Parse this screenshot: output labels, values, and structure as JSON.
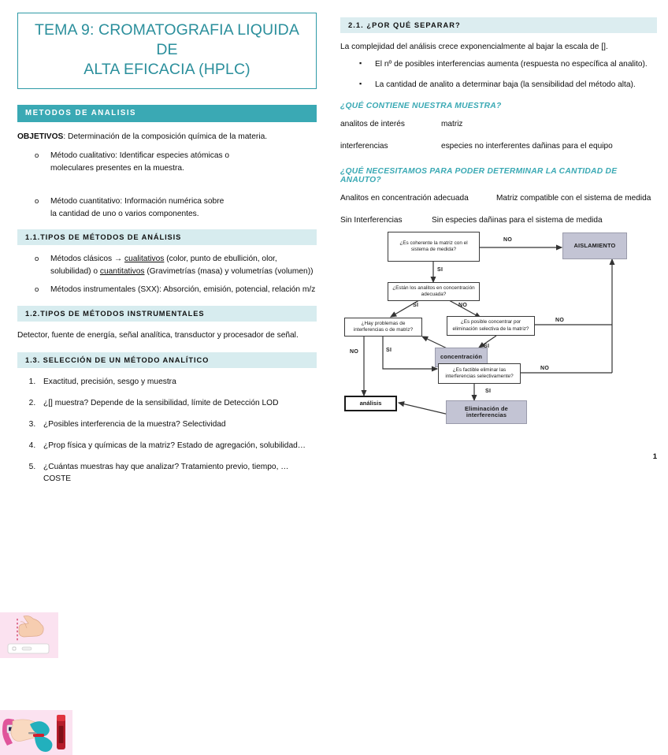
{
  "document": {
    "title_lines": [
      "TEMA 9: CROMATOGRAFIA LIQUIDA DE",
      "ALTA EFICACIA (HPLC)"
    ],
    "page_number": "1",
    "accent_teal": "#3aa9b4",
    "accent_light": "#d7ecef",
    "flow_shade": "#c3c4d4"
  },
  "left": {
    "section_header": "METODOS DE ANALISIS",
    "objectives_label": "OBJETIVOS",
    "objectives_text": ": Determinación de la composición química de la materia.",
    "methods": [
      "Método cualitativo: Identificar especies atómicas o moleculares presentes en la muestra.",
      "Método cuantitativo: Información numérica sobre la cantidad de uno o varios componentes."
    ],
    "sub_1_1": "1.1.TIPOS DE MÉTODOS DE ANÁLISIS",
    "types": {
      "classic_pre": "Métodos clásicos → ",
      "classic_u1": "cualitativos",
      "classic_mid": " (color, punto de ebullición, olor, solubilidad) o ",
      "classic_u2": "cuantitativos",
      "classic_post": " (Gravimetrías (masa) y volumetrías  (volumen))",
      "instrumental": "Métodos instrumentales (SXX): Absorción, emisión, potencial, relación m/z"
    },
    "sub_1_2": "1.2.TIPOS DE MÉTODOS INSTRUMENTALES",
    "instrumental_text": "Detector, fuente de energía, señal analítica, transductor y procesador de señal.",
    "sub_1_3": "1.3. SELECCIÓN DE UN MÉTODO ANALÍTICO",
    "selection_items": [
      "Exactitud, precisión, sesgo y muestra",
      "¿[] muestra? Depende de la sensibilidad, límite de Detección LOD",
      "¿Posibles interferencia de la muestra? Selectividad",
      "¿Prop física y químicas de la matriz? Estado de agregación, solubilidad…",
      "¿Cuántas muestras hay que analizar? Tratamiento previo, tiempo, … COSTE"
    ],
    "images": [
      {
        "name": "rapid-test-hand-illustration"
      },
      {
        "name": "blood-draw-illustration"
      }
    ]
  },
  "right": {
    "sub_2_1": "2.1. ¿POR QUÉ SEPARAR?",
    "intro": "La complejidad del análisis crece exponencialmente al bajar la escala de [].",
    "bullets": [
      "El nº de posibles interferencias aumenta (respuesta no específica al analito).",
      "La cantidad de analito a determinar baja (la sensibilidad del método alta)."
    ],
    "heading_muestra": "¿QUÉ CONTIENE NUESTRA MUESTRA?",
    "muestra_rows": [
      {
        "k": "analitos de interés",
        "v": "matriz"
      },
      {
        "k": "interferencias",
        "v": "especies no interferentes dañinas para el equipo"
      }
    ],
    "heading_necesitamos": "¿QUÉ NECESITAMOS PARA PODER DETERMINAR LA CANTIDAD DE ANAUTO?",
    "necesitamos_rows": [
      {
        "k": "Analitos en concentración adecuada",
        "v": "Matriz compatible con el sistema de medida"
      },
      {
        "k": "Sin Interferencias",
        "v": "Sin especies dañinas para el sistema de medida"
      }
    ],
    "flowchart": {
      "nodes": {
        "coherente": "¿Es coherente la matriz con el sistema de medida?",
        "concentracion_adecuada": "¿Están los analitos en concentración adecuada?",
        "interferencias_matriz": "¿Hay problemas de interferencias o de matriz?",
        "concentrar": "¿Es posible concentrar por eliminación selectiva de la matriz?",
        "factible": "¿Es factible eliminar las interferencias selectivamente?",
        "aislamiento": "AISLAMIENTO",
        "concentracion": "concentración",
        "eliminacion": "Eliminación de interferencias",
        "analisis": "análisis"
      },
      "labels": {
        "no1": "NO",
        "si1": "SI",
        "si2": "SI",
        "no2": "NO",
        "no3": "NO",
        "si3": "SI",
        "si4": "SI",
        "no4": "NO",
        "no5": "NO",
        "si5": "SI"
      }
    }
  }
}
